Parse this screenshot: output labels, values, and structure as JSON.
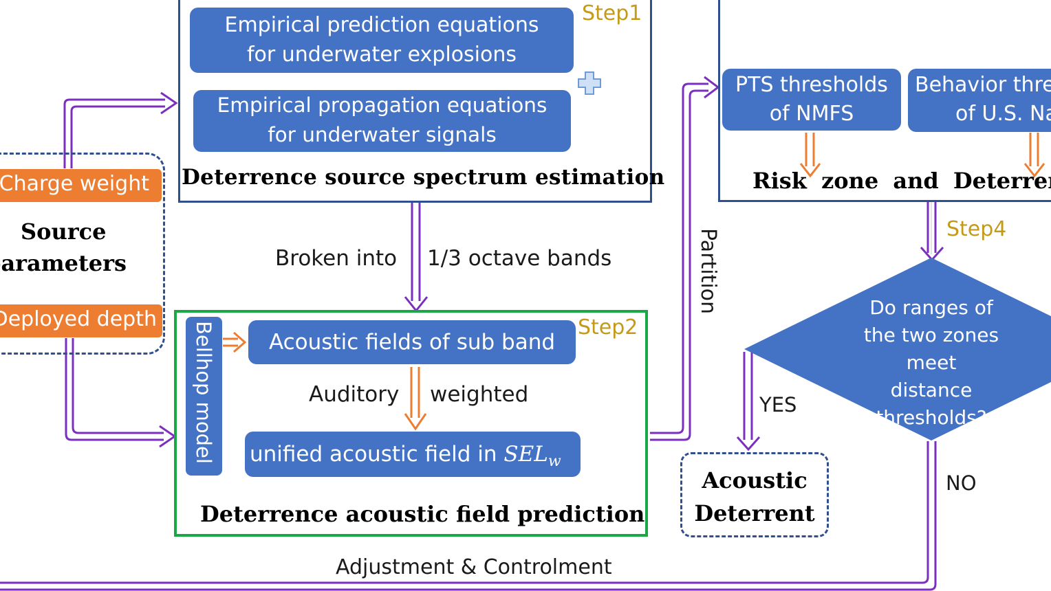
{
  "source": {
    "charge_weight": "Charge weight",
    "title_line1": "Source",
    "title_line2": "parameters",
    "deployed_depth": "Deployed depth"
  },
  "step1": {
    "label": "Step1",
    "box1_line1": "Empirical prediction equations",
    "box1_line2": "for underwater explosions",
    "box2_line1": "Empirical propagation equations",
    "box2_line2": "for underwater signals",
    "title": "Deterrence source spectrum estimation"
  },
  "band_split": {
    "left": "Broken into",
    "right": "1/3 octave bands"
  },
  "step2": {
    "label": "Step2",
    "bellhop": "Bellhop model",
    "subband": "Acoustic fields of sub band",
    "weight_left": "Auditory",
    "weight_right": "weighted",
    "unified_prefix": "unified acoustic field in ",
    "unified_var": "SEL",
    "unified_sub": "w",
    "title": "Deterrence acoustic field prediction"
  },
  "partition": "Partition",
  "step3": {
    "pts_line1": "PTS thresholds",
    "pts_line2": "of NMFS",
    "behavior_line1": "Behavior thresholds",
    "behavior_line2": "of U.S. Navy",
    "title": "Risk zone and Deterrent zone"
  },
  "step4": {
    "label": "Step4",
    "q_line1": "Do ranges of",
    "q_line2": "the two zones",
    "q_line3": "meet distance",
    "q_line4": "thresholds?",
    "yes": "YES",
    "no": "NO"
  },
  "result": {
    "line1": "Acoustic",
    "line2": "Deterrent"
  },
  "feedback": "Adjustment &  Controlment",
  "colors": {
    "blue": "#4472c4",
    "orange": "#ed7d31",
    "purple": "#7b2fbe",
    "green": "#1aa845",
    "step_gold": "#c59a1b",
    "frame_blue": "#2f4f8f"
  }
}
